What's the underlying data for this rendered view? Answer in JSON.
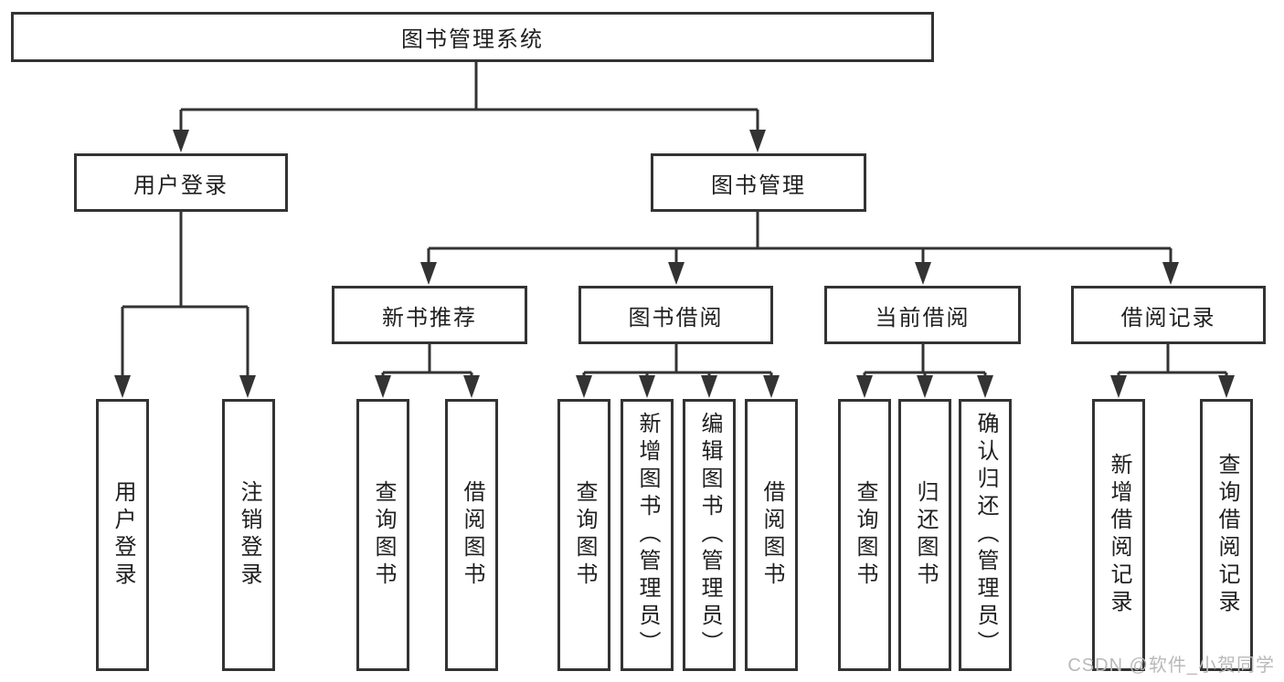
{
  "root_label": "图书管理系统",
  "branches": {
    "user": {
      "label": "用户登录",
      "children": [
        "用户登录",
        "注销登录"
      ]
    },
    "book": {
      "label": "图书管理",
      "sections": [
        {
          "label": "新书推荐",
          "children": [
            "查询图书",
            "借阅图书"
          ]
        },
        {
          "label": "图书借阅",
          "children": [
            "查询图书",
            "新增图书（管理员）",
            "编辑图书（管理员）",
            "借阅图书"
          ]
        },
        {
          "label": "当前借阅",
          "children": [
            "查询图书",
            "归还图书",
            "确认归还（管理员）"
          ]
        },
        {
          "label": "借阅记录",
          "children": [
            "新增借阅记录",
            "查询借阅记录"
          ]
        }
      ]
    }
  },
  "watermark": "CSDN @软件_小贺同学",
  "colors": {
    "line": "#333333",
    "text": "#1f1f1f",
    "background": "#ffffff",
    "watermark": "#b9b9b9"
  }
}
